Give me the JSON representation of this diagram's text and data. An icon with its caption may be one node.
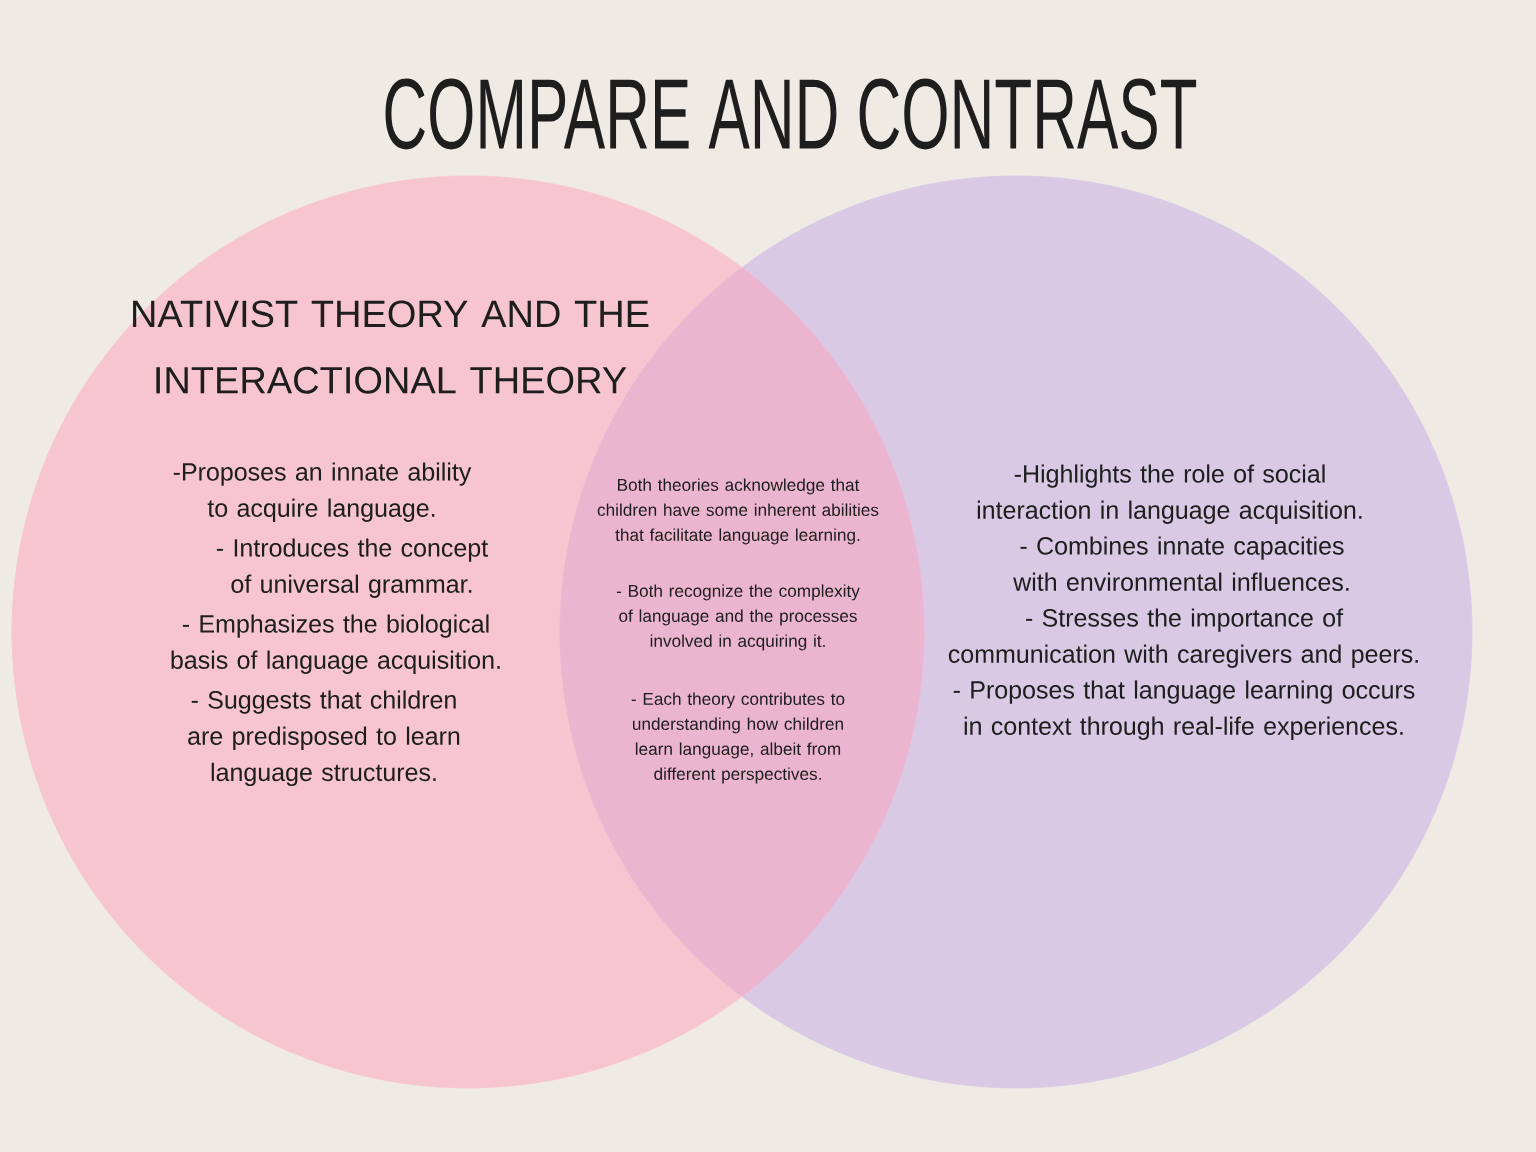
{
  "diagram": {
    "title": "COMPARE AND CONTRAST",
    "nodes": [
      {
        "text": [
          "NATIVIST THEORY AND THE INTERACTIONAL THEORY",
          "-Proposes an innate ability to acquire language.",
          "- Introduces the concept of universal grammar.",
          "- Emphasizes the biological basis of language acquisition.",
          "- Suggests that children are predisposed to learn language structures."
        ]
      },
      {
        "text": [
          "-Highlights the role of social interaction in language acquisition.",
          "- Combines innate capacities with environmental influences.",
          "- Stresses the importance of communication with caregivers and peers.",
          "- Proposes that language learning occurs in context through real-life experiences."
        ]
      },
      {
        "text": [
          "Both theories acknowledge that children have some inherent abilities that facilitate language learning.",
          "- Both recognize the complexity of language and the processes involved in acquiring it.",
          "- Each theory contributes to understanding how children learn language, albeit from different perspectives."
        ]
      }
    ]
  }
}
